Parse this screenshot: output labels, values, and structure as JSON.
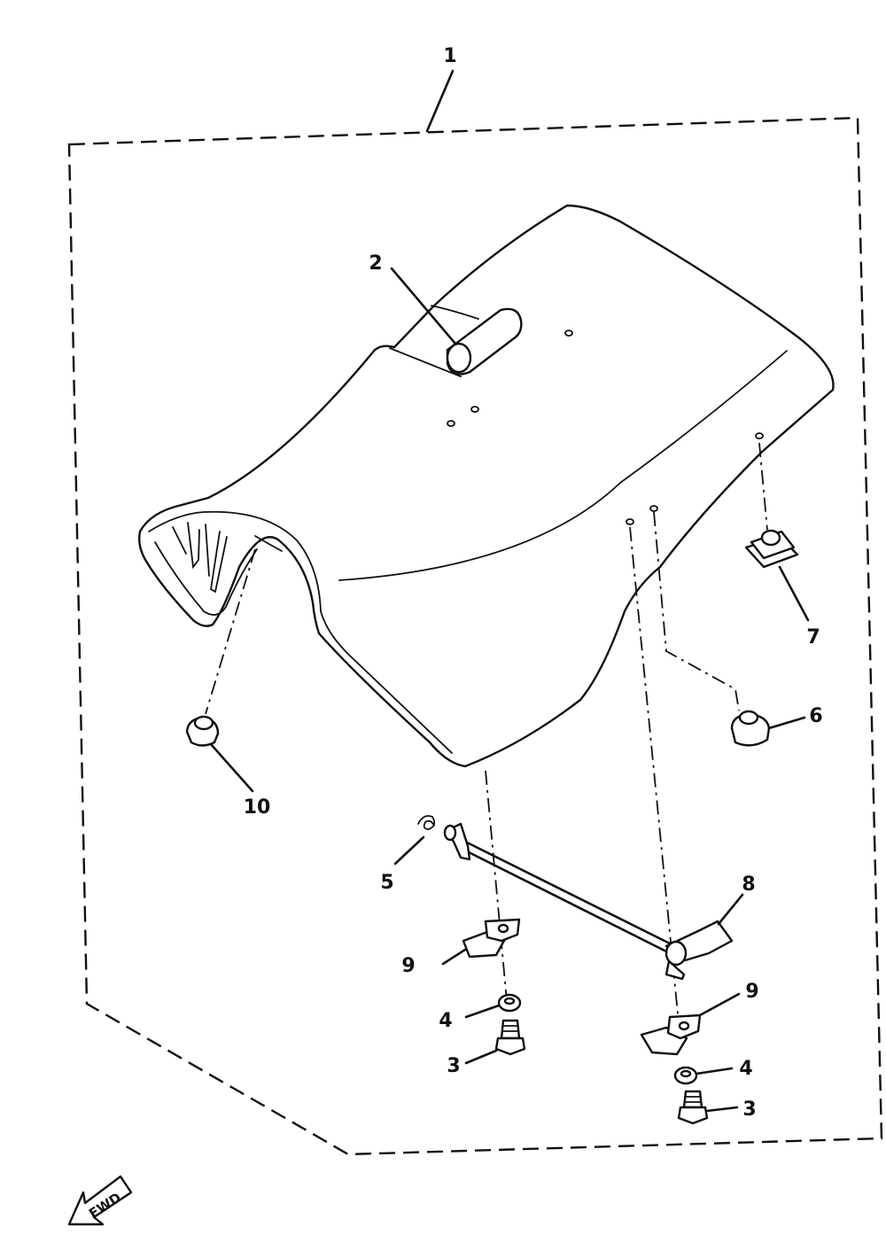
{
  "diagram": {
    "callouts": [
      {
        "id": "c1",
        "label": "1"
      },
      {
        "id": "c2",
        "label": "2"
      },
      {
        "id": "c3a",
        "label": "3"
      },
      {
        "id": "c3b",
        "label": "3"
      },
      {
        "id": "c4a",
        "label": "4"
      },
      {
        "id": "c4b",
        "label": "4"
      },
      {
        "id": "c5",
        "label": "5"
      },
      {
        "id": "c6",
        "label": "6"
      },
      {
        "id": "c7",
        "label": "7"
      },
      {
        "id": "c8",
        "label": "8"
      },
      {
        "id": "c9a",
        "label": "9"
      },
      {
        "id": "c9b",
        "label": "9"
      },
      {
        "id": "c10",
        "label": "10"
      }
    ],
    "direction_arrow": "FWD",
    "line_color": "#111111",
    "background": "#ffffff"
  }
}
